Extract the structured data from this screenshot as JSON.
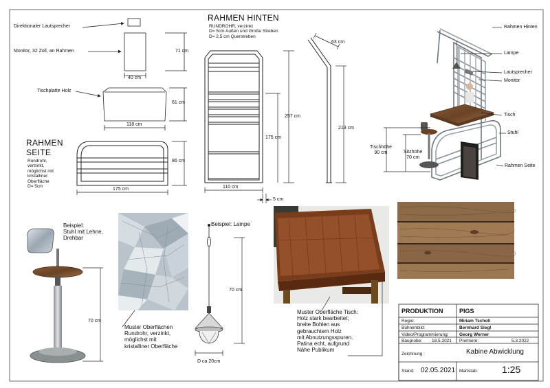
{
  "left_labels": {
    "speaker": "Direktionaler Lautsprecher",
    "monitor": "Monitor, 32 Zoll, an Rahmen",
    "tabletop": "Tischplatte Holz"
  },
  "dims": {
    "monitor_h": "71 cm",
    "monitor_w": "40 cm",
    "table_h": "61 cm",
    "table_w": "118 cm",
    "side_h": "86 cm",
    "side_w": "175 cm",
    "back_w": "110 cm",
    "back_h_total": "257 cm",
    "back_h_lower": "175 cm",
    "back_depth": "5 cm",
    "profile_top": "63 cm",
    "profile_h": "213 cm",
    "lamp_h": "70 cm",
    "lamp_d": "D ca 20cm",
    "stool_h": "70 cm"
  },
  "rahmen_seite": {
    "title_line1": "RAHMEN",
    "title_line2": "SEITE",
    "desc": "Rundrohr,\nverzinkt,\nmöglichst mit\nkristalliner\nOberfläche\nD= 5cm"
  },
  "rahmen_hinten": {
    "title": "RAHMEN HINTEN",
    "desc": "RUNDROHR, verzinkt\nD= 5cm Außen und Große Streben\nD= 2,5 cm Querstreben"
  },
  "iso_labels": {
    "rahmen_hinten": "Rahmen Hinten",
    "lampe": "Lampe",
    "lautsprecher": "Lautsprecher",
    "monitor": "Monitor",
    "tisch": "Tisch",
    "stuhl": "Stuhl",
    "rahmen_seite": "Rahmen Seite",
    "tischhoehe": "Tischhöhe\n90 cm",
    "sitzhoehe": "Sitzhöhe\n70 cm"
  },
  "examples": {
    "stool": "Beispiel:\nStuhl mit Lehne,\nDrehbar",
    "surface": "Muster Oberflächen\nRundrohr, verzinkt,\nmöglichst mit\nkristalliner Oberfläche",
    "lamp": "Beispiel: Lampe",
    "table": "Muster Oberfläche Tisch:\nHolz stark bearbeitet;\nbreite Bohlen aus\ngebrauchtem Holz\nmit Abnutzungsspuren.\nPatina echt, aufgrund\nNähe Publikum"
  },
  "title_block": {
    "produktion_label": "PRODUKTION",
    "produktion_value": "PIGS",
    "regie_label": "Regie:",
    "regie_value": "Miriam Tscholl",
    "buehnenbild_label": "Bühnenbild:",
    "buehnenbild_value": "Bernhard Siegl",
    "video_label": "Video/Programmierung:",
    "video_value": "Georg Werner",
    "bauprobe_label": "Bauprobe:",
    "bauprobe_value": "18.5.2021",
    "premiere_label": "Premiere:",
    "premiere_value": "5.3.2022",
    "zeichnung_label": "Zeichnung :",
    "zeichnung_value": "Kabine Abwicklung",
    "stand_label": "Stand:",
    "stand_value": "02.05.2021",
    "massstab_label": "Maßstab:",
    "massstab_value": "1:25"
  },
  "colors": {
    "line": "#222222",
    "wood_dark": "#6b4a2e",
    "wood_light": "#b9875c",
    "metal": "#c8cdd2"
  }
}
